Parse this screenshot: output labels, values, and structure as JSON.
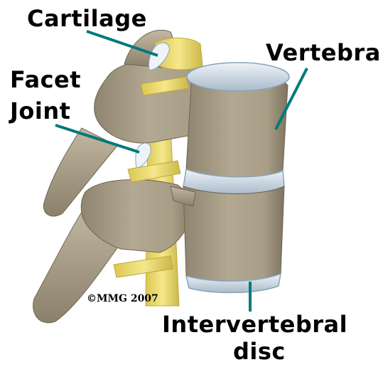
{
  "labels": {
    "cartilage": "Cartilage",
    "vertebra": "Vertebra",
    "facet_joint_line1": "Facet",
    "facet_joint_line2": "Joint",
    "intervertebral_line1": "Intervertebral",
    "intervertebral_line2": "disc"
  },
  "copyright": "©MMG 2007",
  "colors": {
    "leader_line": "#007a7a",
    "bone": "#a59a84",
    "bone_light": "#c8bfa8",
    "bone_dark": "#6f6552",
    "disc": "#d6e2ec",
    "disc_edge": "#8aa4b8",
    "cartilage": "#f2e27a",
    "cartilage_dark": "#c9b24a",
    "nerve": "#e8d86a",
    "background": "#ffffff"
  }
}
